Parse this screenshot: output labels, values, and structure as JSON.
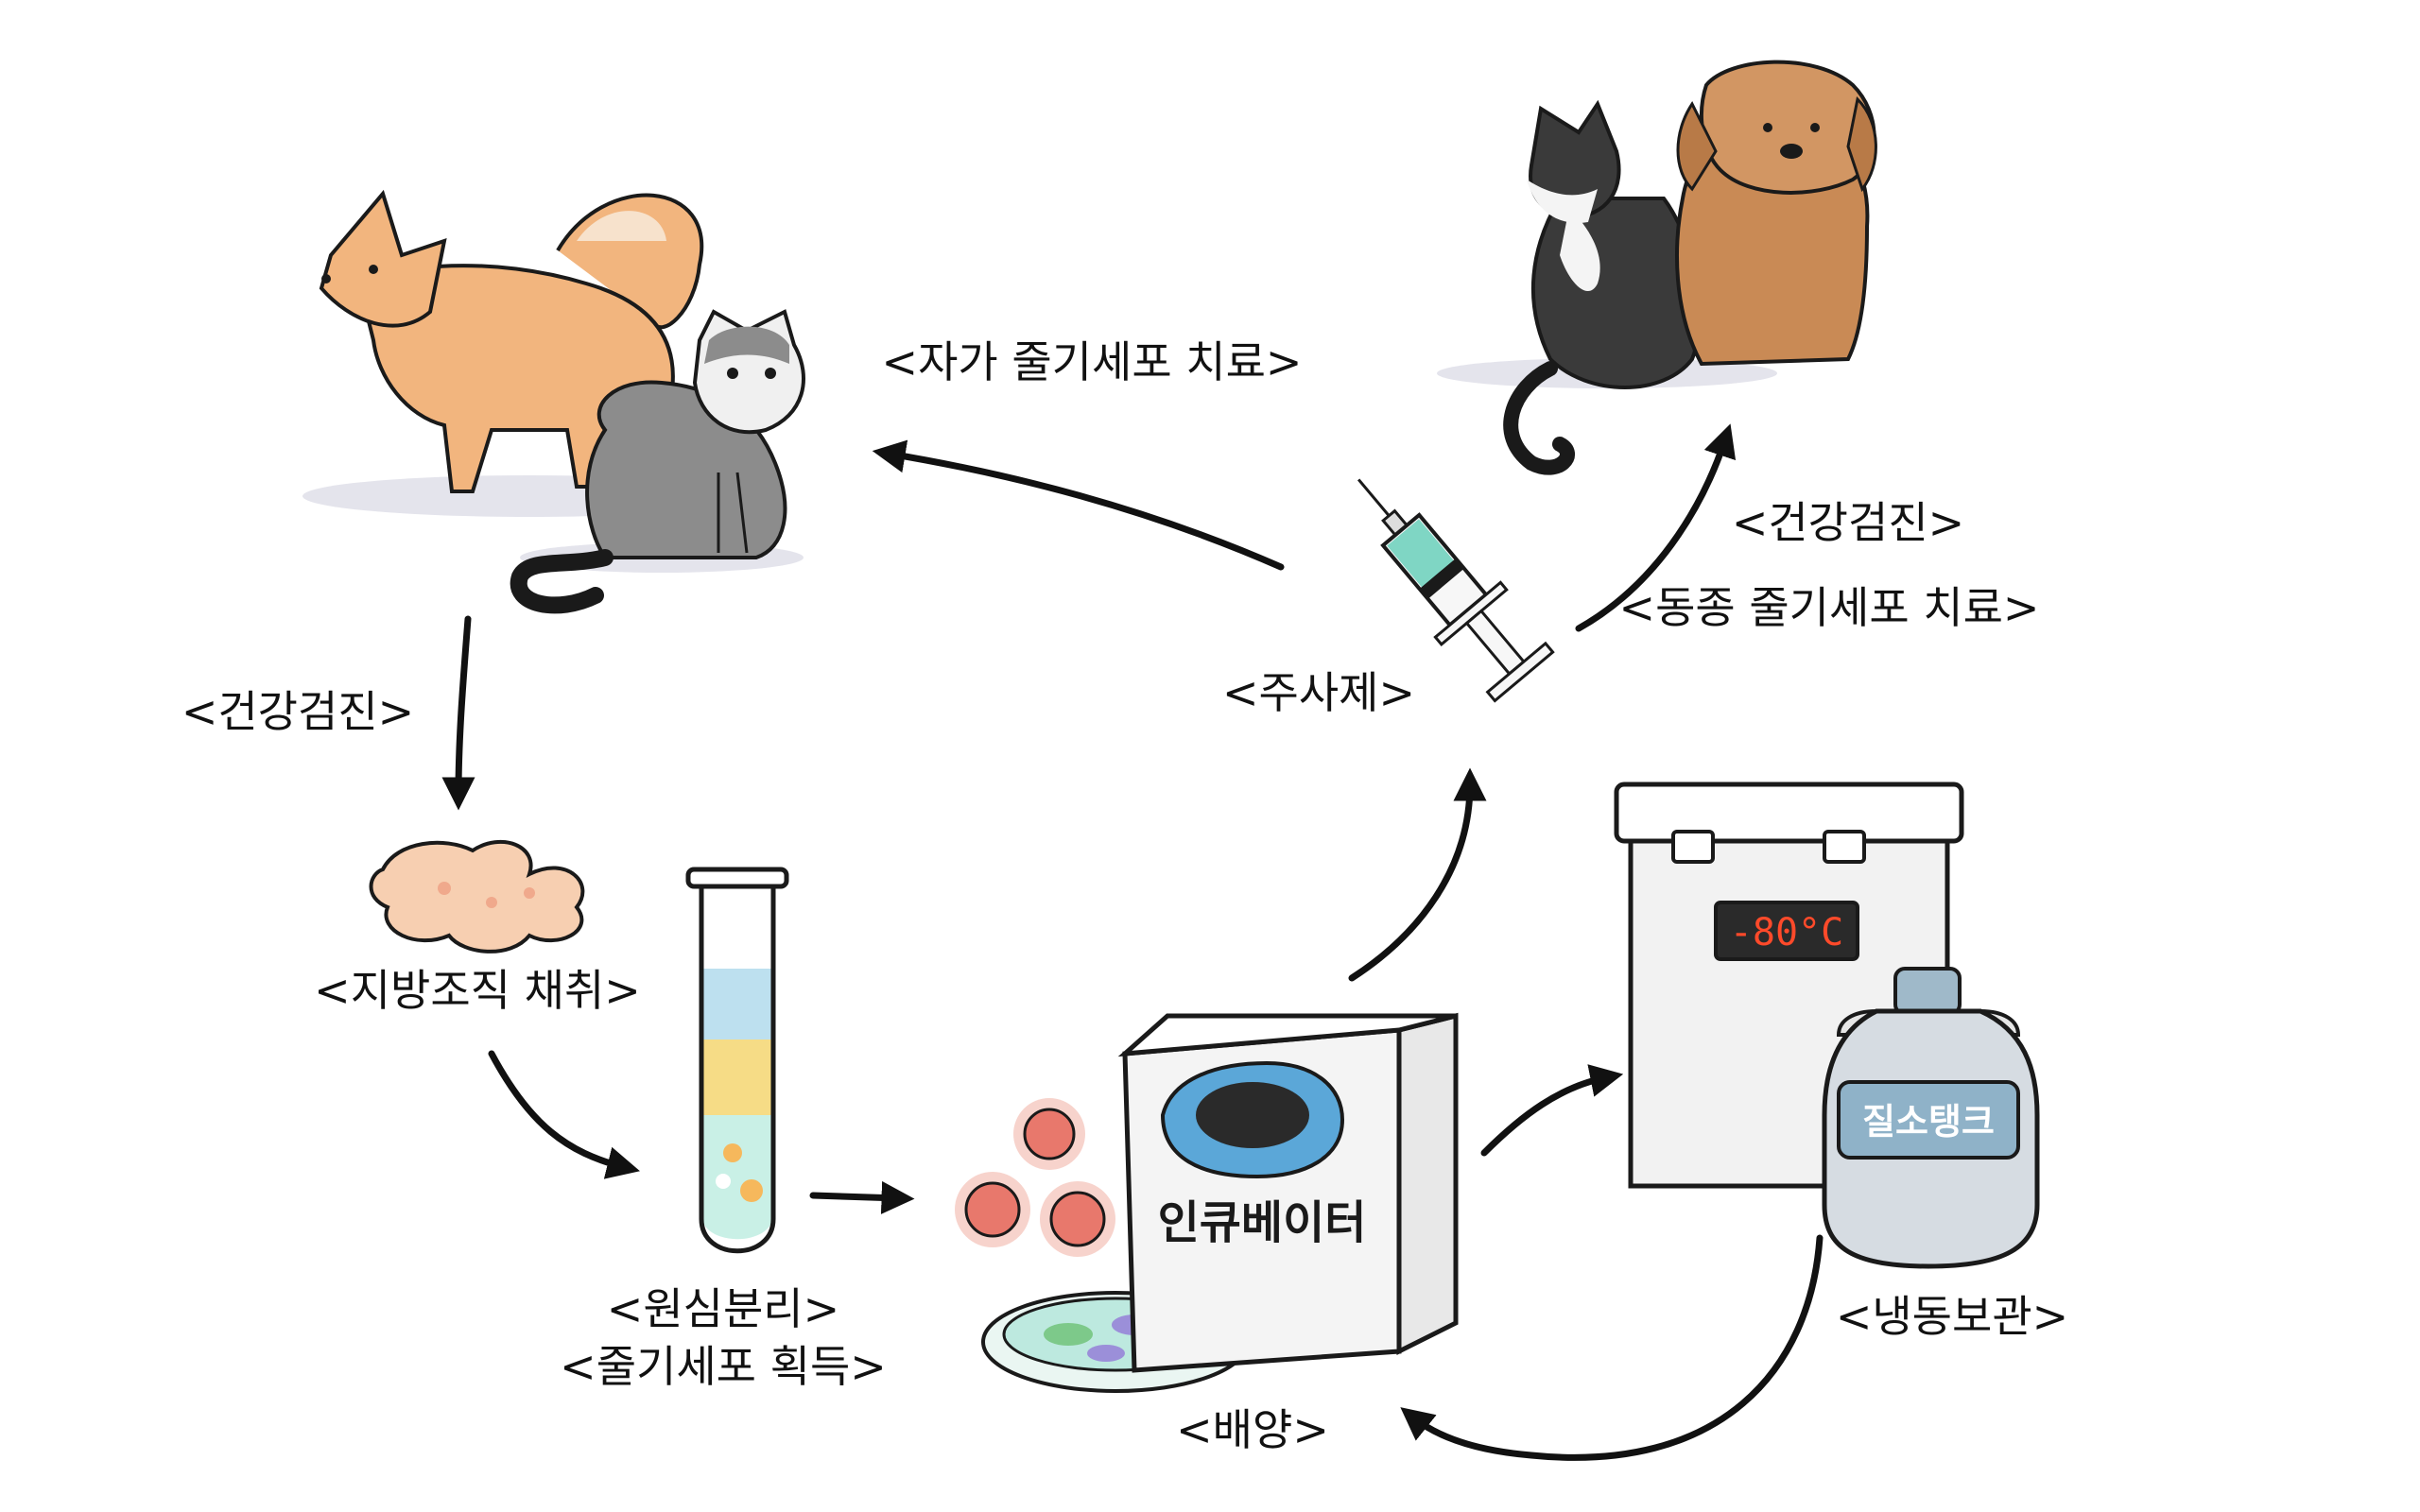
{
  "labels": {
    "autologous_therapy": "<자가 줄기세포 치료>",
    "health_check_top": "<건강검진>",
    "allogeneic_therapy": "<동종 줄기세포 치료>",
    "injection": "<주사제>",
    "health_check_left": "<건강검진>",
    "fat_harvest": "<지방조직 채취>",
    "centrifuge": "<원심분리>",
    "stem_cell_obtain": "<줄기세포 획득>",
    "culture": "<배양>",
    "cryo_storage": "<냉동보관>"
  },
  "device_text": {
    "incubator": "인큐베이터",
    "freezer_display": "-80°C",
    "nitrogen_tank": "질소탱크"
  },
  "colors": {
    "outline": "#1a1a1a",
    "dog_fur": "#f2b57e",
    "brown_dog": "#c98a55",
    "tabby_gray": "#8c8c8c",
    "tube_blue": "#bde0ef",
    "tube_yellow": "#f6dc86",
    "cell_red": "#e8786c",
    "tank_blue": "#8fb2c8",
    "display_red": "#ff4a2a"
  }
}
